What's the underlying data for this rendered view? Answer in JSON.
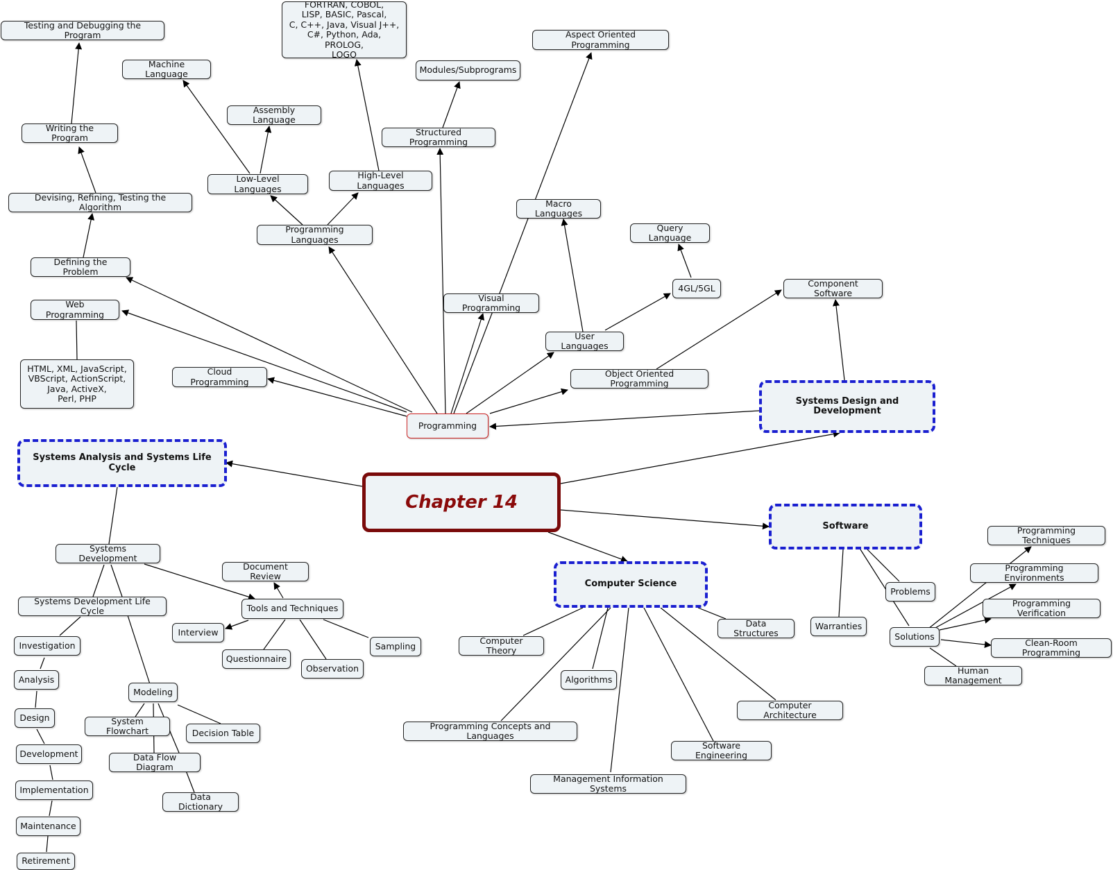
{
  "nodes": {
    "chapter14": "Chapter 14",
    "systems_analysis": "Systems Analysis and Systems Life Cycle",
    "systems_design": "Systems Design and Development",
    "software": "Software",
    "computer_science": "Computer Science",
    "programming": "Programming",
    "defining_problem": "Defining the Problem",
    "devising_algorithm": "Devising, Refining, Testing the Algorithm",
    "writing_program": "Writing the Program",
    "testing_debugging": "Testing and Debugging the Program",
    "web_programming": "Web Programming",
    "web_languages": "HTML, XML, JavaScript,\nVBScript, ActionScript,\nJava, ActiveX,\nPerl, PHP",
    "cloud_programming": "Cloud Programming",
    "programming_languages": "Programming Languages",
    "low_level": "Low-Level Languages",
    "machine_language": "Machine Language",
    "assembly_language": "Assembly Language",
    "high_level": "High-Level Languages",
    "high_level_list": "FORTRAN, COBOL,\nLISP, BASIC, Pascal,\nC, C++, Java, Visual J++,\nC#, Python, Ada, PROLOG,\nLOGO",
    "structured_programming": "Structured Programming",
    "modules": "Modules/Subprograms",
    "aspect_oriented": "Aspect Oriented Programming",
    "visual_programming": "Visual Programming",
    "macro_languages": "Macro Languages",
    "user_languages": "User Languages",
    "query_language": "Query Language",
    "gl": "4GL/5GL",
    "object_oriented": "Object Oriented Programming",
    "component_software": "Component Software",
    "systems_development": "Systems Development",
    "sdlc": "Systems Development Life Cycle",
    "investigation": "Investigation",
    "analysis": "Analysis",
    "design": "Design",
    "development": "Development",
    "implementation": "Implementation",
    "maintenance": "Maintenance",
    "retirement": "Retirement",
    "tools_techniques": "Tools and Techniques",
    "document_review": "Document Review",
    "interview": "Interview",
    "questionnaire": "Questionnaire",
    "observation": "Observation",
    "sampling": "Sampling",
    "modeling": "Modeling",
    "system_flowchart": "System Flowchart",
    "decision_table": "Decision Table",
    "data_flow_diagram": "Data Flow Diagram",
    "data_dictionary": "Data Dictionary",
    "computer_theory": "Computer Theory",
    "algorithms": "Algorithms",
    "data_structures": "Data Structures",
    "computer_architecture": "Computer Architecture",
    "software_engineering": "Software Engineering",
    "mis": "Management Information Systems",
    "prog_concepts": "Programming Concepts and Languages",
    "warranties": "Warranties",
    "problems": "Problems",
    "solutions": "Solutions",
    "human_management": "Human Management",
    "prog_techniques": "Programming Techniques",
    "prog_environments": "Programming Environments",
    "prog_verification": "Programming Verification",
    "clean_room": "Clean-Room Programming"
  },
  "colors": {
    "node_fill": "#eef3f6",
    "main_border": "#1a1fd0",
    "root_border": "#7a0a0a",
    "root_text": "#8a0a0a",
    "hub_border": "#cc2222"
  }
}
